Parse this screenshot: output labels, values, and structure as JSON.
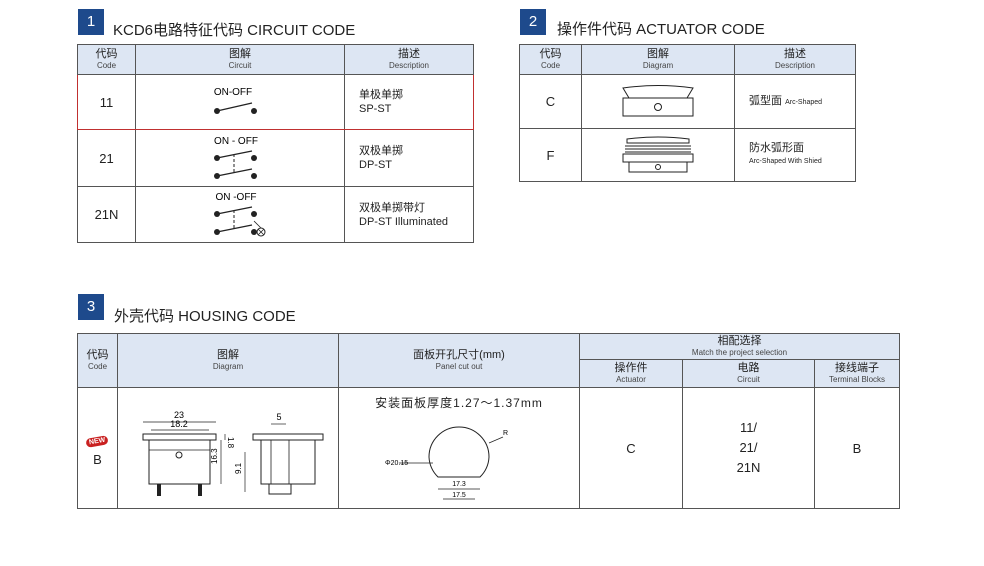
{
  "section1": {
    "num": "1",
    "title": "KCD6电路特征代码 CIRCUIT CODE",
    "headers": {
      "code_zh": "代码",
      "code_en": "Code",
      "diagram_zh": "图解",
      "diagram_en": "Circuit",
      "desc_zh": "描述",
      "desc_en": "Description"
    },
    "rows": [
      {
        "code": "11",
        "label": "ON-OFF",
        "desc_zh": "单极单掷",
        "desc_en": "SP-ST"
      },
      {
        "code": "21",
        "label": "ON - OFF",
        "desc_zh": "双极单掷",
        "desc_en": "DP-ST"
      },
      {
        "code": "21N",
        "label": "ON -OFF",
        "desc_zh": "双极单掷带灯",
        "desc_en": "DP-ST Illuminated"
      }
    ]
  },
  "section2": {
    "num": "2",
    "title": "操作件代码 ACTUATOR CODE",
    "headers": {
      "code_zh": "代码",
      "code_en": "Code",
      "diagram_zh": "图解",
      "diagram_en": "Diagram",
      "desc_zh": "描述",
      "desc_en": "Description"
    },
    "rows": [
      {
        "code": "C",
        "desc_zh": "弧型面",
        "desc_en": "Arc-Shaped"
      },
      {
        "code": "F",
        "desc_zh": "防水弧形面",
        "desc_en": "Arc-Shaped With Shied"
      }
    ]
  },
  "section3": {
    "num": "3",
    "title": "外壳代码 HOUSING CODE",
    "headers": {
      "code_zh": "代码",
      "code_en": "Code",
      "diagram_zh": "图解",
      "diagram_en": "Diagram",
      "panel_zh": "面板开孔尺寸(mm)",
      "panel_en": "Panel cut out",
      "match_zh": "相配选择",
      "match_en": "Match the project selection",
      "actuator_zh": "操作件",
      "actuator_en": "Actuator",
      "circuit_zh": "电路",
      "circuit_en": "Circuit",
      "terminal_zh": "接线端子",
      "terminal_en": "Terminal Blocks"
    },
    "row": {
      "badge": "NEW",
      "code": "B",
      "panel_note": "安装面板厚度1.27～1.37mm",
      "actuator": "C",
      "circuit": [
        "11/",
        "21/",
        "21N"
      ],
      "terminal": "B",
      "dims": {
        "d23": "23",
        "d182": "18.2",
        "d18": "1.8",
        "d5": "5",
        "d163": "16.3",
        "d91": "9.1",
        "d_phi": "Φ20.15",
        "d_r": "R",
        "d_w": "17.3",
        "d_w2": "17.5"
      }
    }
  },
  "colors": {
    "accent": "#1e4a8c",
    "header_bg": "#dde6f3",
    "border": "#555555",
    "badge": "#c92020"
  }
}
